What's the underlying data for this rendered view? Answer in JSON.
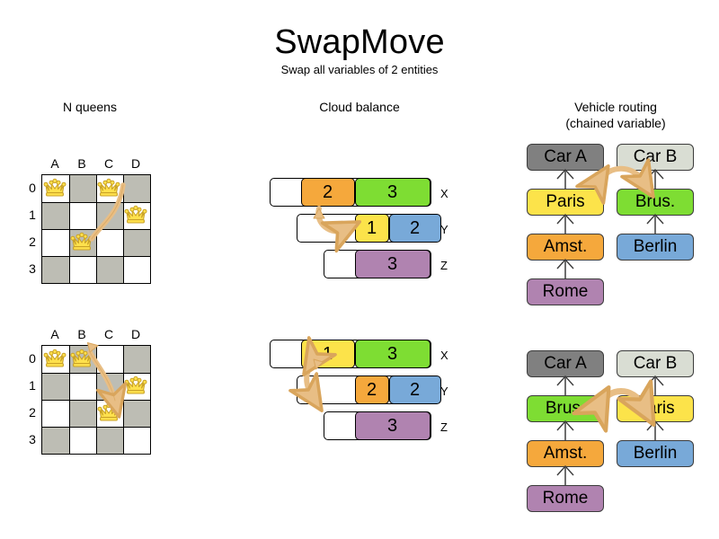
{
  "title": "SwapMove",
  "subtitle": "Swap all variables of 2 entities",
  "colors": {
    "orange": "#f5a83c",
    "green": "#7edd33",
    "yellow": "#fce34a",
    "blue": "#78a9d8",
    "purple": "#b083b0",
    "car_a_gray": "#808080",
    "car_b_gray": "#d9ddd3",
    "board_dark": "#bdbdb4",
    "board_light": "#ffffff",
    "arrow": "#e8be85",
    "arrow_stroke": "#d9a55c",
    "queen_fill": "#ffe14d",
    "queen_stroke": "#c9a227"
  },
  "sections": {
    "nqueens": {
      "heading": "N queens"
    },
    "cloud": {
      "heading": "Cloud balance"
    },
    "vrp": {
      "heading_line1": "Vehicle routing",
      "heading_line2": "(chained variable)"
    }
  },
  "nqueens": {
    "file_labels": [
      "A",
      "B",
      "C",
      "D"
    ],
    "rank_labels": [
      "0",
      "1",
      "2",
      "3"
    ],
    "before": {
      "queens": [
        {
          "file": "A",
          "rank": "0"
        },
        {
          "file": "C",
          "rank": "0"
        },
        {
          "file": "D",
          "rank": "1"
        },
        {
          "file": "B",
          "rank": "2"
        }
      ]
    },
    "after": {
      "queens": [
        {
          "file": "A",
          "rank": "0"
        },
        {
          "file": "B",
          "rank": "0"
        },
        {
          "file": "D",
          "rank": "1"
        },
        {
          "file": "C",
          "rank": "2"
        }
      ]
    }
  },
  "cloud": {
    "before": [
      {
        "label": "X",
        "segments": [
          {
            "value": "2",
            "color": "orange"
          },
          {
            "value": "3",
            "color": "green"
          }
        ]
      },
      {
        "label": "Y",
        "segments": [
          {
            "value": "1",
            "color": "yellow"
          },
          {
            "value": "2",
            "color": "blue"
          }
        ]
      },
      {
        "label": "Z",
        "segments": [
          {
            "value": "3",
            "color": "purple"
          }
        ]
      }
    ],
    "after": [
      {
        "label": "X",
        "segments": [
          {
            "value": "1",
            "color": "yellow"
          },
          {
            "value": "3",
            "color": "green"
          }
        ]
      },
      {
        "label": "Y",
        "segments": [
          {
            "value": "2",
            "color": "orange"
          },
          {
            "value": "2",
            "color": "blue"
          }
        ]
      },
      {
        "label": "Z",
        "segments": [
          {
            "value": "3",
            "color": "purple"
          }
        ]
      }
    ]
  },
  "vrp": {
    "before": {
      "car_a": {
        "vehicle": "Car A",
        "chain": [
          "Paris",
          "Amst.",
          "Rome"
        ]
      },
      "car_b": {
        "vehicle": "Car B",
        "chain": [
          "Brus.",
          "Berlin"
        ]
      }
    },
    "after": {
      "car_a": {
        "vehicle": "Car A",
        "chain": [
          "Brus.",
          "Amst.",
          "Rome"
        ]
      },
      "car_b": {
        "vehicle": "Car B",
        "chain": [
          "Paris",
          "Berlin"
        ]
      }
    },
    "city_colors": {
      "Paris": "#fce34a",
      "Brus.": "#7edd33",
      "Amst.": "#f5a83c",
      "Berlin": "#78a9d8",
      "Rome": "#b083b0"
    }
  }
}
